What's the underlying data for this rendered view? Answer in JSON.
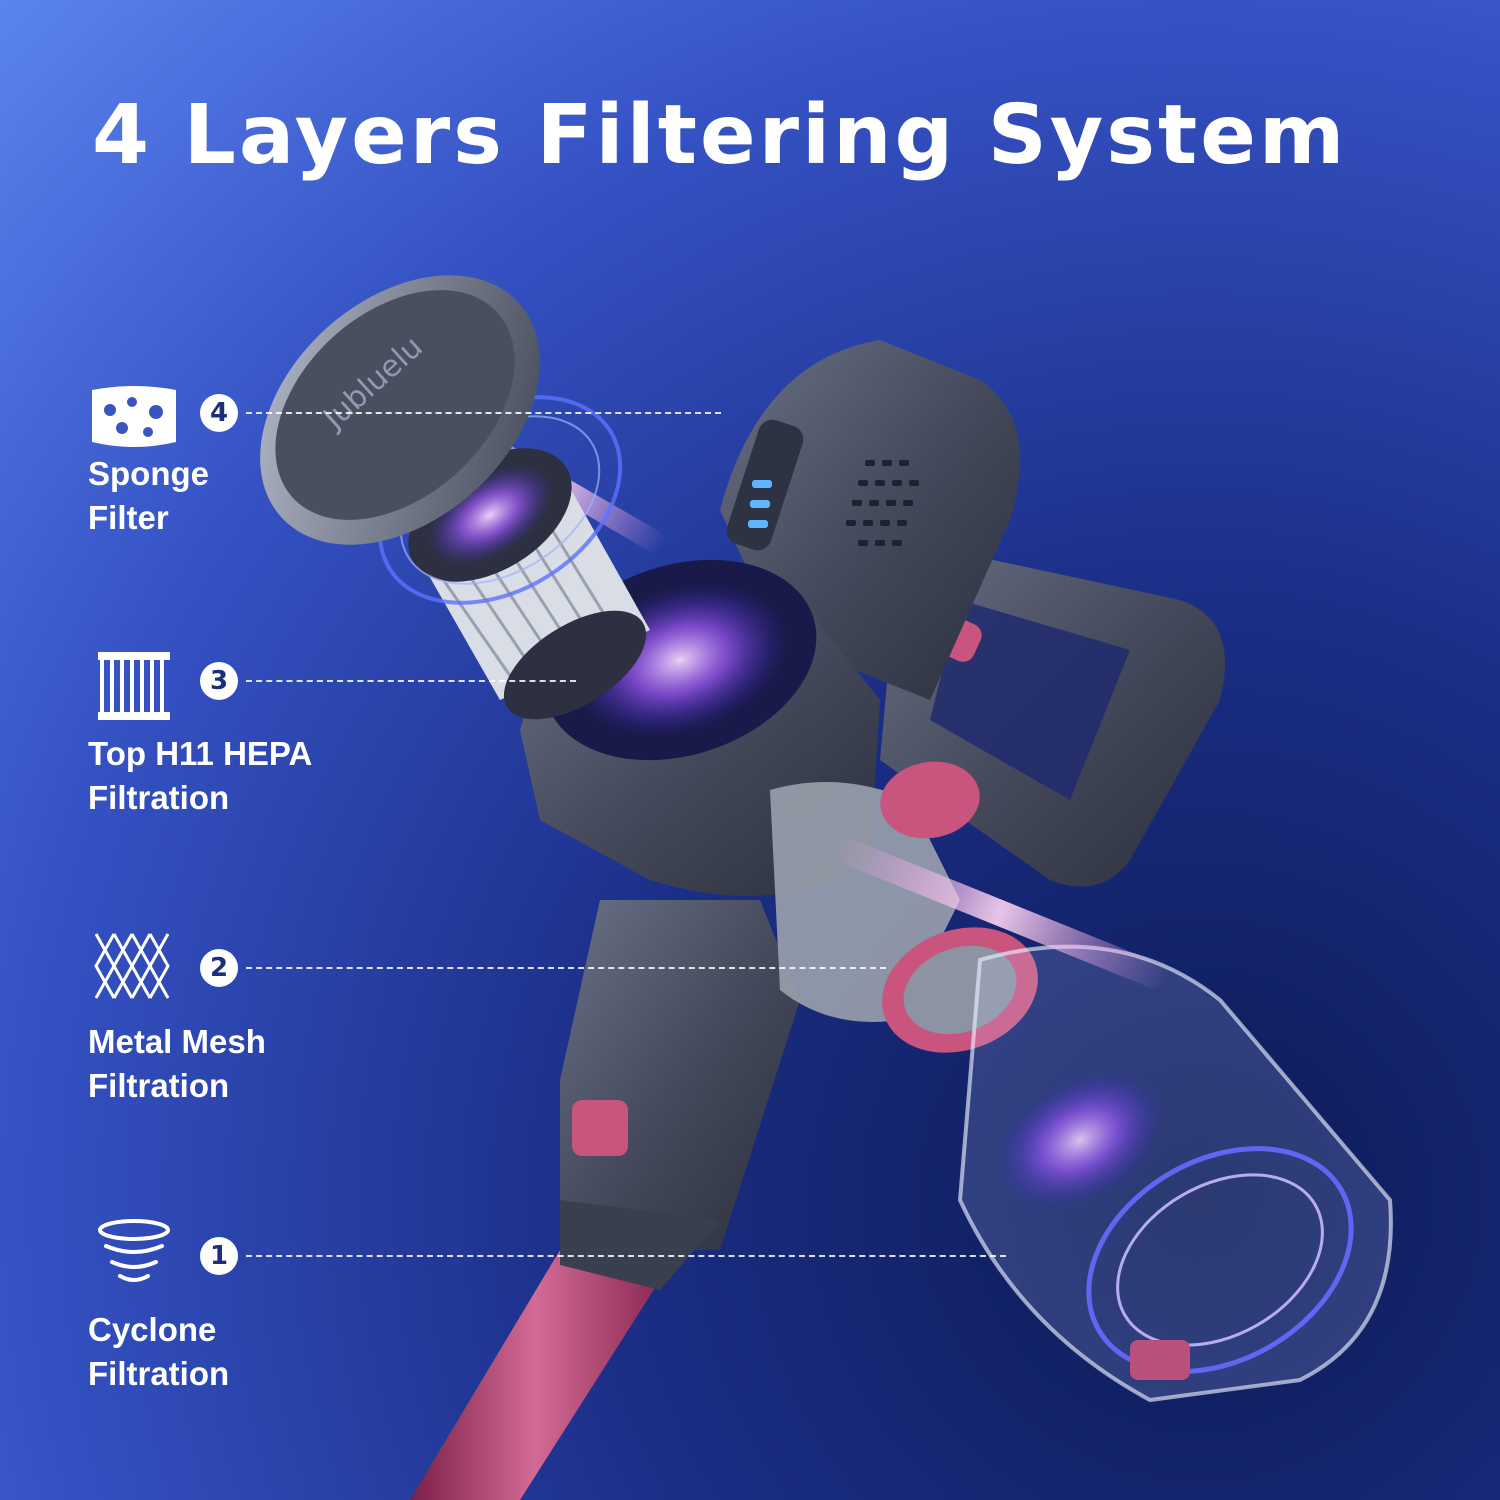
{
  "title": "4 Layers Filtering System",
  "brand_logo_text": "Jubluelu",
  "features": [
    {
      "number": "4",
      "label_line1": "Sponge",
      "label_line2": "Filter",
      "icon": "sponge-icon"
    },
    {
      "number": "3",
      "label_line1": "Top H11 HEPA",
      "label_line2": "Filtration",
      "icon": "hepa-filter-icon"
    },
    {
      "number": "2",
      "label_line1": "Metal Mesh",
      "label_line2": "Filtration",
      "icon": "metal-mesh-icon"
    },
    {
      "number": "1",
      "label_line1": "Cyclone",
      "label_line2": "Filtration",
      "icon": "cyclone-icon"
    }
  ],
  "colors": {
    "background_top": "#5b84ee",
    "background_bottom": "#0d1a55",
    "accent_pink": "#c9557f",
    "glow_purple": "#9b5cff",
    "body_gray": "#4a5062"
  }
}
